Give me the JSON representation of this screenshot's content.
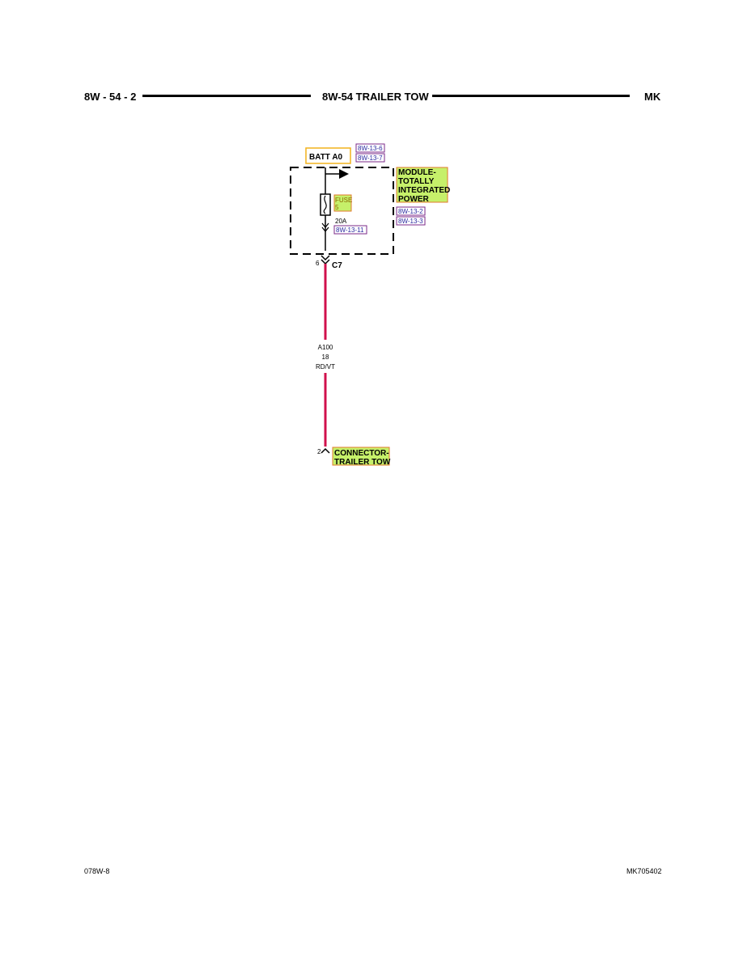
{
  "header": {
    "left": "8W - 54 - 2",
    "center": "8W-54 TRAILER TOW",
    "right": "MK"
  },
  "footer": {
    "left": "078W-8",
    "right": "MK705402"
  },
  "diagram": {
    "source_label": "BATT A0",
    "source_refs": [
      "8W-13-6",
      "8W-13-7"
    ],
    "module_lines": [
      "MODULE-",
      "TOTALLY",
      "INTEGRATED",
      "POWER"
    ],
    "module_refs": [
      "8W-13-2",
      "8W-13-3"
    ],
    "fuse_lines": [
      "FUSE",
      "5"
    ],
    "fuse_rating": "20A",
    "fuse_ref": "8W-13-11",
    "connector_top": {
      "pin": "6",
      "name": "C7"
    },
    "wire": {
      "circuit": "A100",
      "gauge": "18",
      "color_code": "RD/VT"
    },
    "connector_bottom": {
      "pin": "2",
      "lines": [
        "CONNECTOR-",
        "TRAILER TOW"
      ]
    }
  },
  "colors": {
    "wire": "#d0104c",
    "highlight_fill": "#c6f06a",
    "highlight_border": "#e27a2e",
    "source_border": "#f2b21c",
    "ref_border": "#7b2a8a",
    "ref_text": "#2a2aa0"
  }
}
